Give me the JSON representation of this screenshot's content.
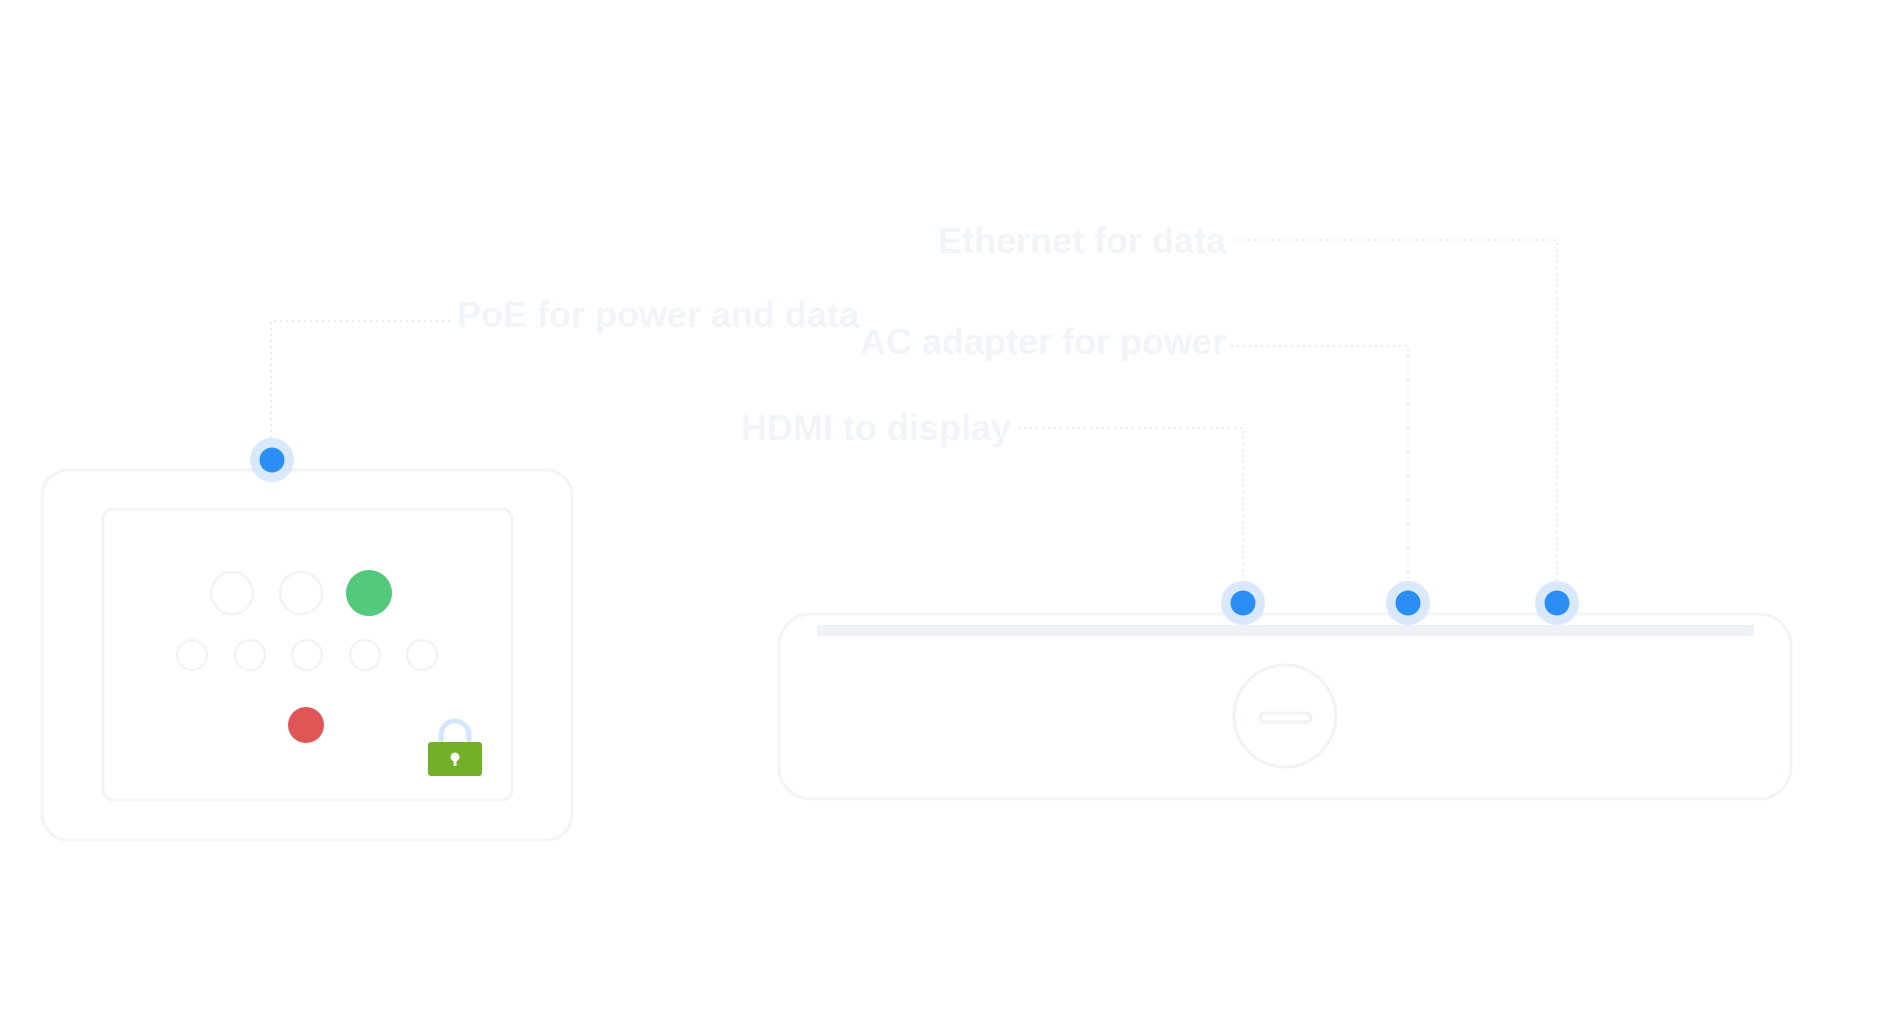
{
  "labels": {
    "poe": "PoE for power and data",
    "ethernet": "Ethernet for data",
    "ac_adapter": "AC adapter for power",
    "hdmi": "HDMI to display"
  },
  "colors": {
    "background": "#ffffff",
    "label_text": "#f1f4f8",
    "leader_line": "#e9edf2",
    "device_outline": "#f2f4f7",
    "port_dot": "#2b8ef5",
    "port_halo": "#d9e9fb",
    "status_green": "#52c97c",
    "status_red": "#e05656",
    "lock_green": "#74b027",
    "lock_shackle": "#d3e6fb"
  },
  "icons": {
    "lock": "padlock-icon",
    "power_button": "power-button-icon",
    "port": "connection-port-dot"
  }
}
